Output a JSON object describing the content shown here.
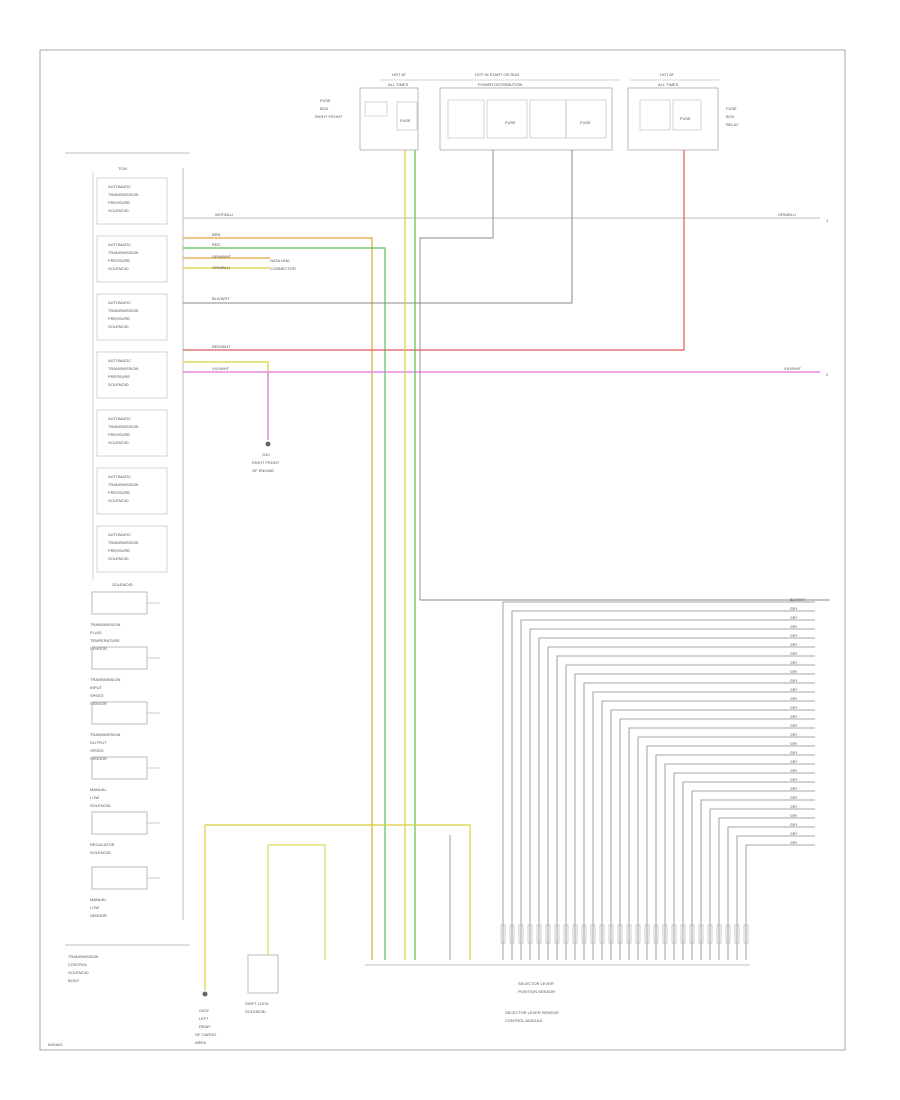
{
  "diagram": {
    "top_supplies": [
      {
        "header_1": "HOT AT",
        "header_2": "ALL TIMES",
        "desc": [
          "FUSE",
          "BOX",
          "RIGHT FRONT"
        ],
        "fuse": "FUSE"
      },
      {
        "header_1": "HOT IN START OR RUN",
        "header_2": "POWER DISTRIBUTION",
        "desc": [],
        "fuse": "FUSE"
      },
      {
        "header_1": "",
        "header_2": "",
        "desc": [],
        "fuse": "FUSE"
      },
      {
        "header_1": "HOT AT",
        "header_2": "ALL TIMES",
        "desc": [
          "FUSE",
          "BOX",
          "RELAY"
        ],
        "fuse": "FUSE"
      }
    ],
    "tcm_title": "TCM",
    "tcm_units": [
      "AUTOMATIC TRANSMISSION PRESSURE SOLENOID",
      "AUTOMATIC TRANSMISSION PRESSURE SOLENOID",
      "AUTOMATIC TRANSMISSION PRESSURE SOLENOID",
      "AUTOMATIC TRANSMISSION PRESSURE SOLENOID",
      "AUTOMATIC TRANSMISSION PRESSURE SOLENOID",
      "AUTOMATIC TRANSMISSION PRESSURE SOLENOID",
      "AUTOMATIC TRANSMISSION PRESSURE SOLENOID"
    ],
    "tcm_footer": "SOLENOID",
    "sensors": [
      "TRANSMISSION FLUID TEMPERATURE SENSOR",
      "TRANSMISSION INPUT SPEED SENSOR",
      "TRANSMISSION OUTPUT SPEED SENSOR",
      "MANUAL LOW SOLENOID",
      "REGULATOR SOLENOID",
      "MANUAL LOW SENSOR"
    ],
    "bottom_left_label": [
      "TRANSMISSION",
      "CONTROL",
      "SOLENOID",
      "BODY"
    ],
    "right_labels": [
      "ORN/BLU",
      "VIO/WHT"
    ],
    "right_label_codes": [
      "1",
      "2"
    ],
    "ground_label": [
      "G10",
      "RIGHT FRONT",
      "OF ENGINE"
    ],
    "bottom_ground_label": [
      "G402",
      "LEFT",
      "REAR",
      "OF CARGO",
      "AREA"
    ],
    "data_link_label": [
      "DATA LINK",
      "CONNECTOR"
    ],
    "shift_lock_label": [
      "SHIFT LOCK",
      "SOLENOID"
    ],
    "selector_label": [
      "SELECTOR LEVER",
      "POSITION SENSOR"
    ],
    "selector_sub": [
      "SELECTOR LEVER SENSOR",
      "CONTROL MODULE"
    ],
    "footer": "W/DIAG",
    "bus_labels": [
      "BLK/WHT",
      "GRY",
      "GRY",
      "GRY",
      "GRY",
      "GRY",
      "GRY",
      "GRY",
      "GRY",
      "GRY",
      "GRY",
      "GRY",
      "GRY",
      "GRY",
      "GRY",
      "GRY",
      "GRY",
      "GRY",
      "GRY",
      "GRY",
      "GRY",
      "GRY",
      "GRY",
      "GRY",
      "GRY",
      "GRY",
      "GRY",
      "GRY"
    ],
    "wire_labels": [
      "WHT/BLU",
      "BRN",
      "RED",
      "ORN/WHT",
      "ORN/BLU",
      "BLK/WHT",
      "RED/WHT",
      "VIO/WHT"
    ]
  },
  "colors": {
    "line": "#888888",
    "green": "#57c057",
    "orange": "#e3a23a",
    "yellow": "#d8cf3a",
    "red": "#e05a5a",
    "magenta": "#e070e0",
    "pink": "#f0a0a0"
  }
}
